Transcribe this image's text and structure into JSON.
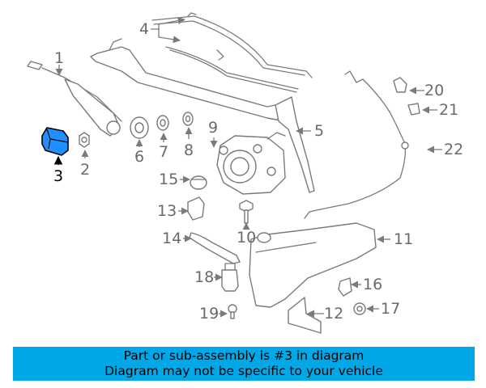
{
  "highlight_part": "3",
  "callouts": {
    "c1": "1",
    "c2": "2",
    "c3": "3",
    "c4": "4",
    "c5": "5",
    "c6": "6",
    "c7": "7",
    "c8": "8",
    "c9": "9",
    "c10": "10",
    "c11": "11",
    "c12": "12",
    "c13": "13",
    "c14": "14",
    "c15": "15",
    "c16": "16",
    "c17": "17",
    "c18": "18",
    "c19": "19",
    "c20": "20",
    "c21": "21",
    "c22": "22"
  },
  "banner": {
    "line1": "Part or sub-assembly is #3 in diagram",
    "line2": "Diagram may not be specific to your vehicle"
  },
  "colors": {
    "banner_bg": "#00a8e8",
    "highlight_fill": "#1e90ff",
    "line_gray": "#7a7a7a"
  }
}
